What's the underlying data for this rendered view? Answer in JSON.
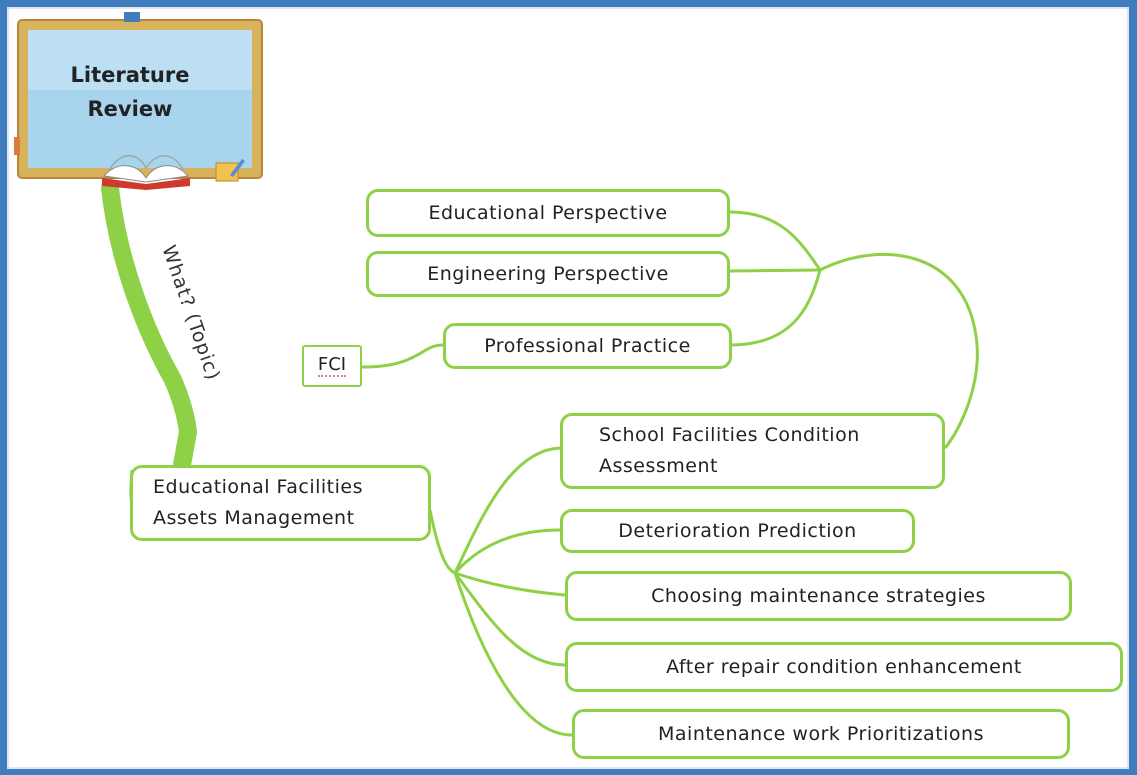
{
  "colors": {
    "frame": "#3f7dbe",
    "branch": "#8fd146",
    "board_wood": "#d9b25c",
    "board_blue": "#a8d4ee"
  },
  "icons": [
    "chalkboard-icon",
    "open-book-icon",
    "pencil-note-icon"
  ],
  "title": {
    "line1": "Literature",
    "line2": "Review"
  },
  "edge_label": "What? (Topic)",
  "root_node": {
    "line1": "Educational Facilities",
    "line2": "Assets Management"
  },
  "perspectives": [
    {
      "label": "Educational Perspective"
    },
    {
      "label": "Engineering Perspective"
    },
    {
      "label": "Professional Practice"
    }
  ],
  "fci_label": "FCI",
  "topics": [
    {
      "line1": "School Facilities Condition",
      "line2": "Assessment"
    },
    {
      "label": "Deterioration Prediction"
    },
    {
      "label": "Choosing maintenance strategies"
    },
    {
      "label": "After repair condition enhancement"
    },
    {
      "label": "Maintenance work Prioritizations"
    }
  ]
}
